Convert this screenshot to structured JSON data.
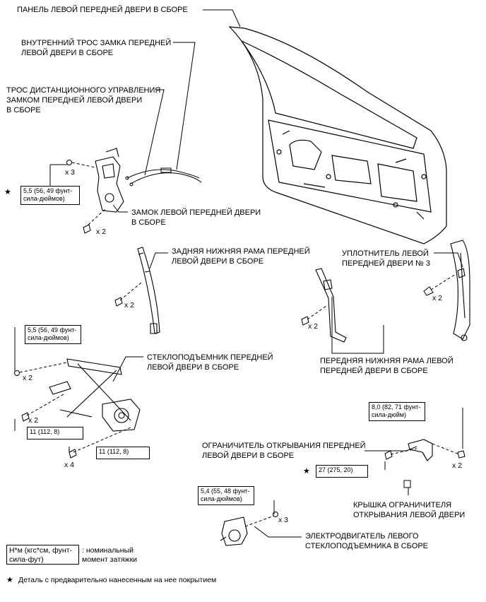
{
  "labels": {
    "door_panel": "ПАНЕЛЬ ЛЕВОЙ ПЕРЕДНЕЙ ДВЕРИ В СБОРЕ",
    "inner_lock_cable": "ВНУТРЕННИЙ ТРОС ЗАМКА ПЕРЕДНЕЙ\nЛЕВОЙ ДВЕРИ В СБОРЕ",
    "remote_control_cable": "ТРОС ДИСТАНЦИОННОГО УПРАВЛЕНИЯ\nЗАМКОМ ПЕРЕДНЕЙ ЛЕВОЙ ДВЕРИ\nВ СБОРЕ",
    "door_lock": "ЗАМОК ЛЕВОЙ ПЕРЕДНЕЙ ДВЕРИ\nВ СБОРЕ",
    "rear_lower_frame": "ЗАДНЯЯ НИЖНЯЯ РАМА ПЕРЕДНЕЙ\nЛЕВОЙ ДВЕРИ В СБОРЕ",
    "weatherstrip": "УПЛОТНИТЕЛЬ ЛЕВОЙ\nПЕРЕДНЕЙ ДВЕРИ № 3",
    "window_regulator": "СТЕКЛОПОДЪЕМНИК ПЕРЕДНЕЙ\nЛЕВОЙ ДВЕРИ В СБОРЕ",
    "front_lower_frame": "ПЕРЕДНЯЯ НИЖНЯЯ РАМА ЛЕВОЙ\nПЕРЕДНЕЙ ДВЕРИ В СБОРЕ",
    "door_check": "ОГРАНИЧИТЕЛЬ ОТКРЫВАНИЯ ПЕРЕДНЕЙ\nЛЕВОЙ ДВЕРИ В СБОРЕ",
    "door_check_cover": "КРЫШКА ОГРАНИЧИТЕЛЯ\nОТКРЫВАНИЯ ЛЕВОЙ ДВЕРИ",
    "regulator_motor": "ЭЛЕКТРОДВИГАТЕЛЬ ЛЕВОГО\nСТЕКЛОПОДЪЕМНИКА В СБОРЕ"
  },
  "torques": {
    "lock_screw": "5,5 (56, 49 фунт-\nсила-дюймов)",
    "regulator_top": "5,5 (56, 49 фунт-\nсила-дюймов)",
    "regulator_bolt_a": "11 (112, 8)",
    "regulator_bolt_b": "11 (112, 8)",
    "check_nut": "8,0 (82, 71 фунт-\nсила-дюйм)",
    "check_bolt": "27 (275, 20)",
    "motor_screw": "5,4 (55, 48 фунт-\nсила-дюймов)"
  },
  "quantities": {
    "lock_screw": "x 3",
    "lock_bolt": "x 2",
    "rear_frame": "x 2",
    "weatherstrip": "x 2",
    "front_frame": "x 2",
    "regulator_top": "x 2",
    "regulator_bolt_a": "x 2",
    "regulator_bolt_b": "x 4",
    "check_nut": "x 2",
    "motor_screw": "x 3"
  },
  "star": "★",
  "legend": {
    "unit_box": "Н*м (кгс*см, фунт-\nсила-фут)",
    "unit_desc": ": номинальный\nмомент затяжки",
    "star_note": "Деталь с предварительно нанесенным на нее покрытием"
  }
}
